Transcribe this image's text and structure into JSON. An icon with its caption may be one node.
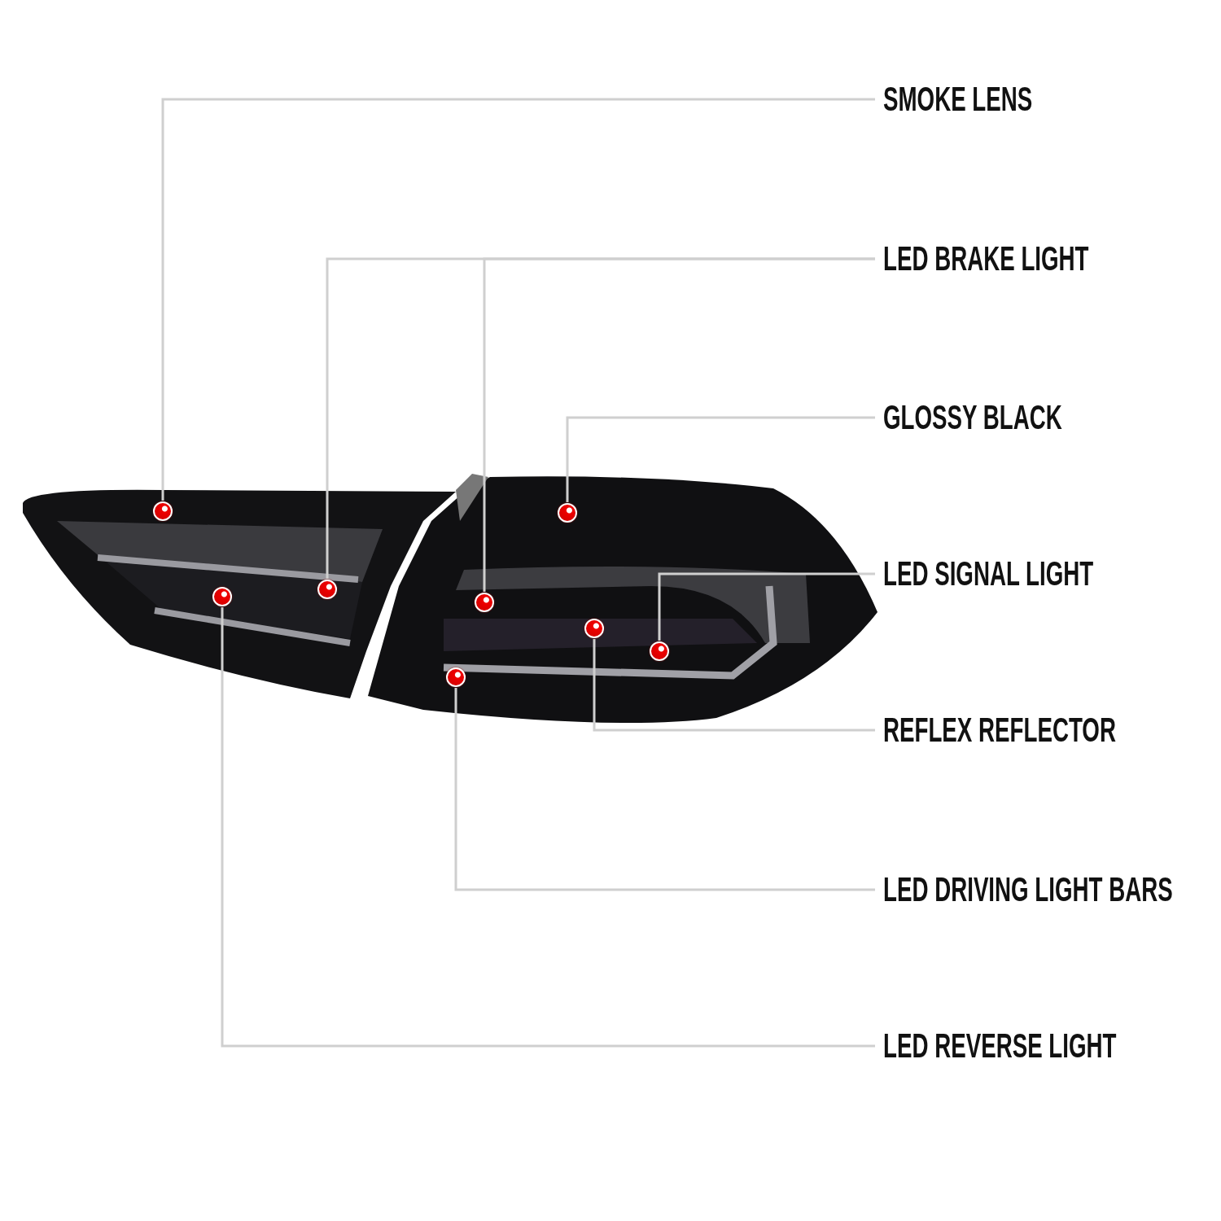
{
  "diagram": {
    "nodes": [
      {
        "text": [
          "SMOKE LENS"
        ]
      },
      {
        "text": [
          "LED BRAKE LIGHT"
        ]
      },
      {
        "text": [
          "GLOSSY BLACK"
        ]
      },
      {
        "text": [
          "LED SIGNAL LIGHT"
        ]
      },
      {
        "text": [
          "REFLEX REFLECTOR"
        ]
      },
      {
        "text": [
          "LED DRIVING LIGHT BARS"
        ]
      },
      {
        "text": [
          "LED REVERSE LIGHT"
        ]
      },
      {
        "text": [],
        "shape": "circle"
      },
      {
        "text": [],
        "shape": "circle"
      },
      {
        "text": [],
        "shape": "circle"
      },
      {
        "text": [],
        "shape": "circle"
      },
      {
        "text": [],
        "shape": "circle"
      },
      {
        "text": [],
        "shape": "circle"
      },
      {
        "text": [],
        "shape": "circle"
      },
      {
        "text": [],
        "shape": "circle"
      }
    ],
    "edges": [
      {
        "from": 0,
        "to": 7,
        "arrow": "none"
      },
      {
        "from": 1,
        "to": 9,
        "arrow": "none"
      },
      {
        "from": 1,
        "to": 11,
        "arrow": "none"
      },
      {
        "from": 2,
        "to": 12,
        "arrow": "none"
      },
      {
        "from": 3,
        "to": 14,
        "arrow": "none"
      },
      {
        "from": 4,
        "to": 13,
        "arrow": "none"
      },
      {
        "from": 5,
        "to": 10,
        "arrow": "none"
      },
      {
        "from": 6,
        "to": 8,
        "arrow": "none"
      }
    ]
  }
}
